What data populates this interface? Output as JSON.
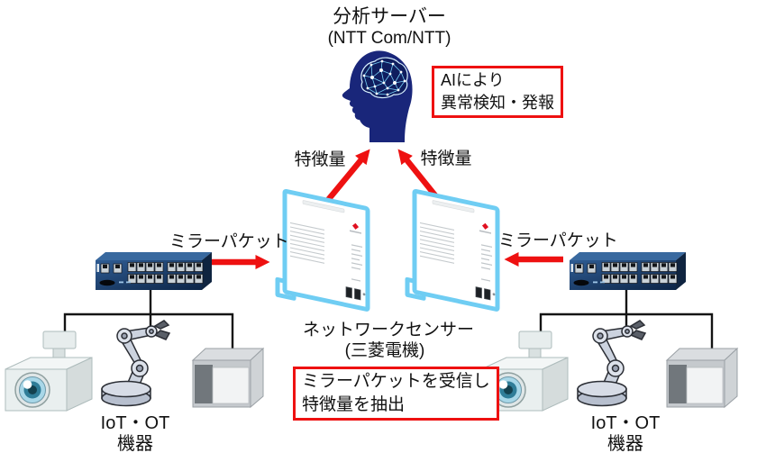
{
  "server": {
    "title": "分析サーバー",
    "subtitle": "(NTT Com/NTT)"
  },
  "ai_box": {
    "line1": "AIにより",
    "line2": "異常検知・発報"
  },
  "feature_labels": {
    "left": "特徴量",
    "right": "特徴量"
  },
  "mirror_labels": {
    "left": "ミラーパケット",
    "right": "ミラーパケット"
  },
  "sensor": {
    "name": "ネットワークセンサー",
    "vendor": "(三菱電機)"
  },
  "sensor_box": {
    "line1": "ミラーパケットを受信し",
    "line2": "特徴量を抽出"
  },
  "device_groups": {
    "left": {
      "line1": "IoT・OT",
      "line2": "機器"
    },
    "right": {
      "line1": "IoT・OT",
      "line2": "機器"
    }
  },
  "icons": {
    "analysis_server": "ai-brain-head-icon",
    "network_sensor": "sensor-appliance-icon",
    "switch": "ethernet-switch-icon",
    "camera": "cctv-camera-icon",
    "robot": "robot-arm-icon",
    "machine": "factory-machine-icon",
    "arrow": "red-arrow-icon"
  },
  "colors": {
    "arrow_red": "#ee1111",
    "callout_border_red": "#ee1111",
    "sensor_outline_cyan": "#6fcdf3",
    "head_navy": "#19267a",
    "switch_navy": "#1d4173",
    "connector_black": "#141414"
  }
}
